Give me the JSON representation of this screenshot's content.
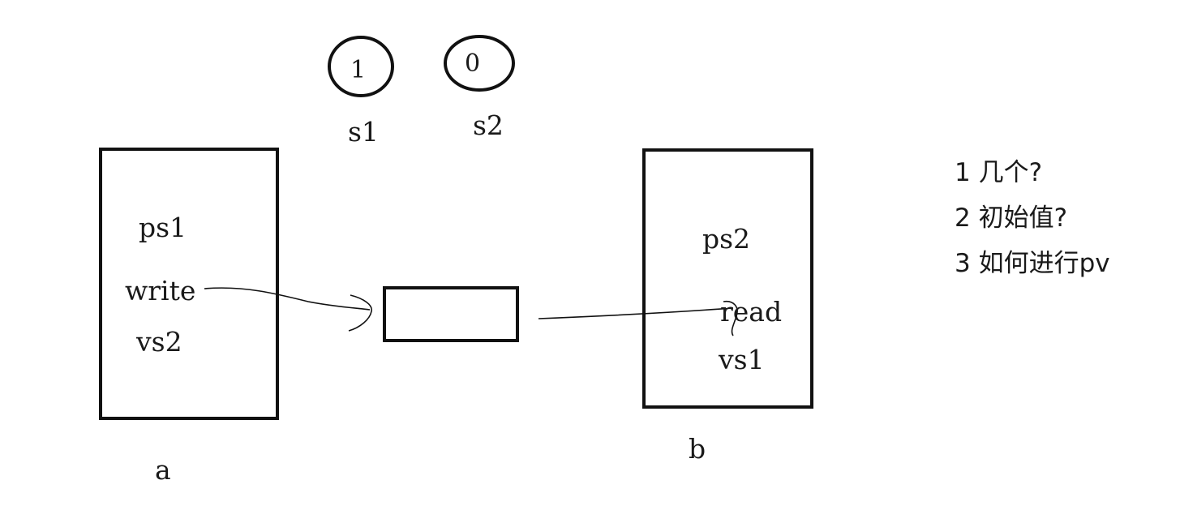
{
  "semaphores": [
    {
      "value": "1",
      "name": "s1"
    },
    {
      "value": "0",
      "name": "s2"
    }
  ],
  "process_a": {
    "label": "a",
    "lines": [
      "ps1",
      "write",
      "vs2"
    ]
  },
  "process_b": {
    "label": "b",
    "lines": [
      "ps2",
      "read",
      "vs1"
    ]
  },
  "questions": [
    "1 几个?",
    "2 初始值?",
    "3 如何进行pv"
  ]
}
